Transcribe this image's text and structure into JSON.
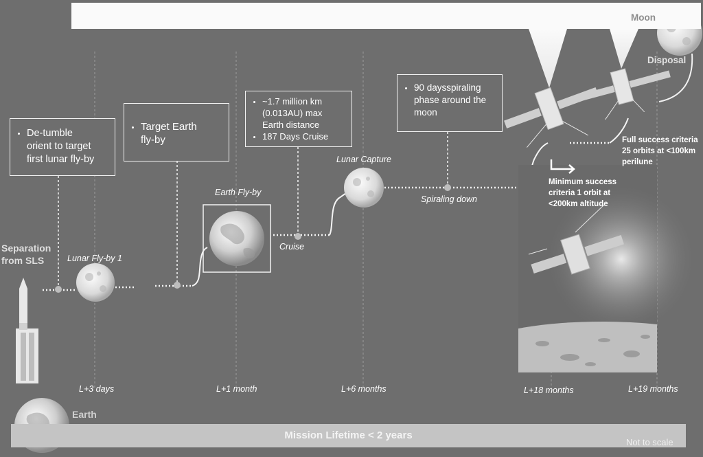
{
  "moon_label": "Moon",
  "disposal_label": "Disposal",
  "separation_label": [
    "Separation",
    "from SLS"
  ],
  "earth_label": "Earth",
  "boxes": {
    "detumble": [
      "De-tumble",
      "orient to target",
      "first lunar fly-by"
    ],
    "target_earth": [
      "Target Earth",
      "fly-by"
    ],
    "cruise_info": {
      "item1": [
        "~1.7 million km",
        "(0.013AU) max",
        "Earth distance"
      ],
      "item2": "187 Days Cruise"
    },
    "spiraling": [
      "90 daysspiraling",
      "phase around the",
      "moon"
    ]
  },
  "events": {
    "lunar_flyby_1": "Lunar Fly-by 1",
    "earth_flyby": "Earth Fly-by",
    "cruise": "Cruise",
    "lunar_capture": "Lunar Capture",
    "spiraling_down": "Spiraling down"
  },
  "criteria": {
    "full": [
      "Full success criteria",
      "25 orbits at  <100km",
      "perilune"
    ],
    "minimum": [
      "Minimum success",
      "criteria  1 orbit at",
      "<200km altitude"
    ]
  },
  "timeline_ticks": [
    "L+3 days",
    "L+1 month",
    "L+6 months",
    "L+18 months",
    "L+19 months"
  ],
  "mission_lifetime": "Mission Lifetime < 2 years",
  "scale_note": "Not to scale"
}
